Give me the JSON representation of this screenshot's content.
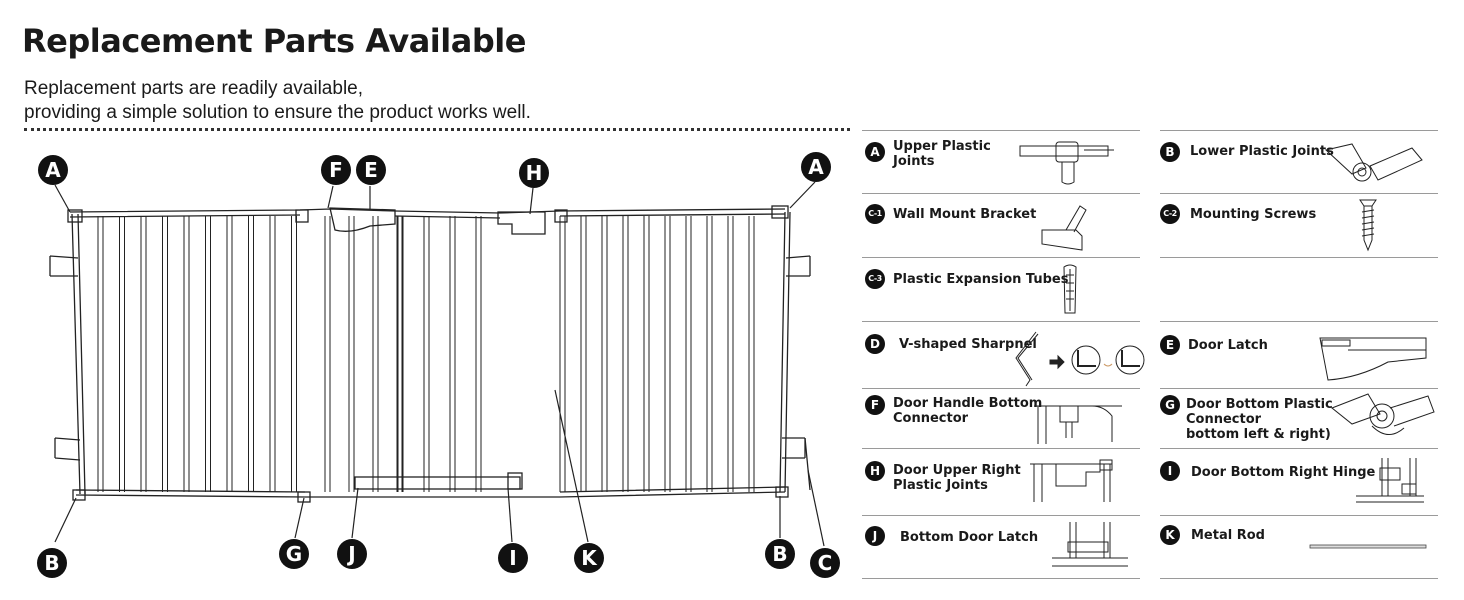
{
  "header": {
    "title": "Replacement Parts Available",
    "subtitle_line1": "Replacement parts are readily available,",
    "subtitle_line2": "providing a simple solution to ensure the product works well."
  },
  "diagram_callouts": [
    "A",
    "F",
    "E",
    "H",
    "A",
    "B",
    "G",
    "J",
    "I",
    "K",
    "B",
    "C"
  ],
  "parts": [
    {
      "badge": "A",
      "label_line1": "Upper Plastic",
      "label_line2": "Joints",
      "icon": "upper-plastic-joint-icon"
    },
    {
      "badge": "B",
      "label_line1": "Lower Plastic Joints",
      "label_line2": "",
      "icon": "lower-plastic-joint-icon"
    },
    {
      "badge": "C-1",
      "label_line1": "Wall Mount Bracket",
      "label_line2": "",
      "icon": "wall-mount-bracket-icon"
    },
    {
      "badge": "C-2",
      "label_line1": "Mounting Screws",
      "label_line2": "",
      "icon": "screw-icon"
    },
    {
      "badge": "C-3",
      "label_line1": "Plastic Expansion Tubes",
      "label_line2": "",
      "icon": "expansion-tube-icon"
    },
    {
      "badge": "D",
      "label_line1": "V-shaped Sharpnel",
      "label_line2": "",
      "icon": "v-shaped-sharpnel-icon"
    },
    {
      "badge": "E",
      "label_line1": "Door Latch",
      "label_line2": "",
      "icon": "door-latch-icon"
    },
    {
      "badge": "F",
      "label_line1": "Door Handle Bottom",
      "label_line2": "Connector",
      "icon": "handle-connector-icon"
    },
    {
      "badge": "G",
      "label_line1": "Door Bottom Plastic",
      "label_line2": "Connector",
      "label_line3": "bottom left & right)",
      "icon": "bottom-connector-icon"
    },
    {
      "badge": "H",
      "label_line1": "Door Upper Right",
      "label_line2": "Plastic Joints",
      "icon": "upper-right-joint-icon"
    },
    {
      "badge": "I",
      "label_line1": "Door Bottom Right Hinge",
      "label_line2": "",
      "icon": "hinge-icon"
    },
    {
      "badge": "J",
      "label_line1": "Bottom Door Latch",
      "label_line2": "",
      "icon": "bottom-latch-icon"
    },
    {
      "badge": "K",
      "label_line1": "Metal Rod",
      "label_line2": "",
      "icon": "metal-rod-icon"
    }
  ],
  "colors": {
    "ink": "#1a1a1a",
    "line": "#9a9a9a",
    "badge": "#111111"
  }
}
